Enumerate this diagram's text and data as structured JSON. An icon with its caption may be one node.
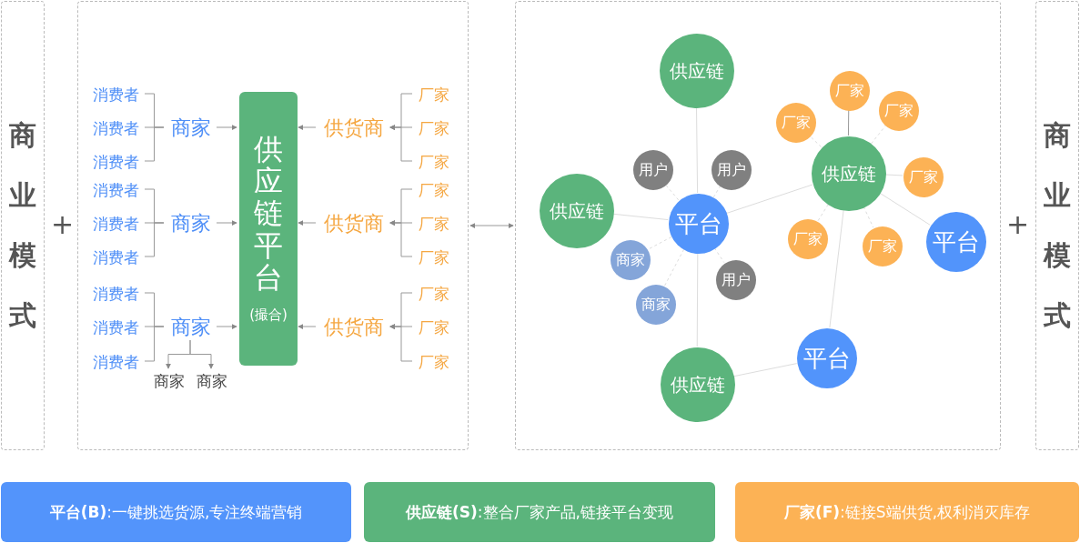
{
  "diagram": {
    "nodes": [
      {
        "text": [
          "商业模式"
        ]
      },
      {
        "text": [],
        "shape": "box"
      },
      {
        "text": [],
        "shape": "box"
      },
      {
        "text": [
          "商业模式"
        ]
      },
      {
        "text": [
          "供应链平台",
          "(撮合)"
        ],
        "in": 1
      },
      {
        "text": [
          "消费者"
        ],
        "in": 1
      },
      {
        "text": [
          "消费者"
        ],
        "in": 1
      },
      {
        "text": [
          "消费者"
        ],
        "in": 1
      },
      {
        "text": [
          "消费者"
        ],
        "in": 1
      },
      {
        "text": [
          "消费者"
        ],
        "in": 1
      },
      {
        "text": [
          "消费者"
        ],
        "in": 1
      },
      {
        "text": [
          "消费者"
        ],
        "in": 1
      },
      {
        "text": [
          "消费者"
        ],
        "in": 1
      },
      {
        "text": [
          "消费者"
        ],
        "in": 1
      },
      {
        "text": [
          "商家"
        ],
        "in": 1
      },
      {
        "text": [
          "商家"
        ],
        "in": 1
      },
      {
        "text": [
          "商家"
        ],
        "in": 1
      },
      {
        "text": [
          "供货商"
        ],
        "in": 1
      },
      {
        "text": [
          "供货商"
        ],
        "in": 1
      },
      {
        "text": [
          "供货商"
        ],
        "in": 1
      },
      {
        "text": [
          "厂家"
        ],
        "in": 1
      },
      {
        "text": [
          "厂家"
        ],
        "in": 1
      },
      {
        "text": [
          "厂家"
        ],
        "in": 1
      },
      {
        "text": [
          "厂家"
        ],
        "in": 1
      },
      {
        "text": [
          "厂家"
        ],
        "in": 1
      },
      {
        "text": [
          "厂家"
        ],
        "in": 1
      },
      {
        "text": [
          "厂家"
        ],
        "in": 1
      },
      {
        "text": [
          "厂家"
        ],
        "in": 1
      },
      {
        "text": [
          "厂家"
        ],
        "in": 1
      },
      {
        "text": [
          "商家"
        ],
        "in": 1
      },
      {
        "text": [
          "商家"
        ],
        "in": 1
      },
      {
        "text": [
          "供应链"
        ],
        "in": 2
      },
      {
        "text": [
          "用户"
        ],
        "in": 2
      },
      {
        "text": [
          "用户"
        ],
        "in": 2
      },
      {
        "text": [
          "供应链"
        ],
        "in": 2
      },
      {
        "text": [
          "平台"
        ],
        "in": 2
      },
      {
        "text": [
          "商家"
        ],
        "in": 2
      },
      {
        "text": [
          "商家"
        ],
        "in": 2
      },
      {
        "text": [
          "用户"
        ],
        "in": 2
      },
      {
        "text": [
          "供应链"
        ],
        "in": 2
      },
      {
        "text": [
          "厂家"
        ],
        "in": 2
      },
      {
        "text": [
          "厂家"
        ],
        "in": 2
      },
      {
        "text": [
          "厂家"
        ],
        "in": 2
      },
      {
        "text": [
          "厂家"
        ],
        "in": 2
      },
      {
        "text": [
          "厂家"
        ],
        "in": 2
      },
      {
        "text": [
          "厂家"
        ],
        "in": 2
      },
      {
        "text": [
          "平台"
        ],
        "in": 2
      },
      {
        "text": [
          "平台"
        ],
        "in": 2
      },
      {
        "text": [
          "供应链"
        ],
        "in": 2
      }
    ],
    "edges": [
      {
        "from": 5,
        "to": 14,
        "arrow": "none"
      },
      {
        "from": 6,
        "to": 14,
        "arrow": "none"
      },
      {
        "from": 7,
        "to": 14,
        "arrow": "none"
      },
      {
        "from": 8,
        "to": 15,
        "arrow": "none"
      },
      {
        "from": 9,
        "to": 15,
        "arrow": "none"
      },
      {
        "from": 10,
        "to": 15,
        "arrow": "none"
      },
      {
        "from": 11,
        "to": 16,
        "arrow": "none"
      },
      {
        "from": 12,
        "to": 16,
        "arrow": "none"
      },
      {
        "from": 13,
        "to": 16,
        "arrow": "none"
      },
      {
        "from": 14,
        "to": 4,
        "arrow": "to"
      },
      {
        "from": 15,
        "to": 4,
        "arrow": "to"
      },
      {
        "from": 16,
        "to": 4,
        "arrow": "to"
      },
      {
        "from": 17,
        "to": 4,
        "arrow": "to"
      },
      {
        "from": 18,
        "to": 4,
        "arrow": "to"
      },
      {
        "from": 19,
        "to": 4,
        "arrow": "to"
      },
      {
        "from": 20,
        "to": 17,
        "arrow": "to"
      },
      {
        "from": 21,
        "to": 17,
        "arrow": "to"
      },
      {
        "from": 22,
        "to": 17,
        "arrow": "to"
      },
      {
        "from": 23,
        "to": 18,
        "arrow": "to"
      },
      {
        "from": 24,
        "to": 18,
        "arrow": "to"
      },
      {
        "from": 25,
        "to": 18,
        "arrow": "to"
      },
      {
        "from": 26,
        "to": 19,
        "arrow": "to"
      },
      {
        "from": 27,
        "to": 19,
        "arrow": "to"
      },
      {
        "from": 28,
        "to": 19,
        "arrow": "to"
      },
      {
        "from": 16,
        "to": 29,
        "arrow": "to"
      },
      {
        "from": 16,
        "to": 30,
        "arrow": "to"
      },
      {
        "from": 1,
        "to": 2,
        "arrow": "both"
      },
      {
        "from": 35,
        "to": 31,
        "arrow": "none",
        "color": "#dddddd"
      },
      {
        "from": 35,
        "to": 34,
        "arrow": "none",
        "color": "#dddddd"
      },
      {
        "from": 35,
        "to": 48,
        "arrow": "none",
        "color": "#dddddd"
      },
      {
        "from": 35,
        "to": 32,
        "arrow": "none",
        "style": "dashed",
        "color": "#dddddd"
      },
      {
        "from": 35,
        "to": 33,
        "arrow": "none",
        "style": "dashed",
        "color": "#dddddd"
      },
      {
        "from": 35,
        "to": 38,
        "arrow": "none",
        "style": "dashed",
        "color": "#dddddd"
      },
      {
        "from": 35,
        "to": 36,
        "arrow": "none",
        "style": "dashed",
        "color": "#dddddd"
      },
      {
        "from": 35,
        "to": 37,
        "arrow": "none",
        "style": "dashed",
        "color": "#dddddd"
      },
      {
        "from": 35,
        "to": 39,
        "arrow": "none",
        "color": "#dddddd"
      },
      {
        "from": 39,
        "to": 40,
        "arrow": "none"
      },
      {
        "from": 39,
        "to": 41,
        "arrow": "none",
        "style": "dashed",
        "color": "#dddddd"
      },
      {
        "from": 39,
        "to": 42,
        "arrow": "none",
        "style": "dashed",
        "color": "#dddddd"
      },
      {
        "from": 39,
        "to": 43,
        "arrow": "none",
        "color": "#dddddd"
      },
      {
        "from": 39,
        "to": 44,
        "arrow": "none",
        "style": "dashed",
        "color": "#dddddd"
      },
      {
        "from": 39,
        "to": 45,
        "arrow": "none",
        "style": "dashed",
        "color": "#dddddd"
      },
      {
        "from": 39,
        "to": 46,
        "arrow": "none",
        "color": "#dddddd"
      },
      {
        "from": 39,
        "to": 47,
        "arrow": "none",
        "color": "#dddddd"
      },
      {
        "from": 48,
        "to": 47,
        "arrow": "none",
        "color": "#dddddd"
      }
    ],
    "labels": [
      "+",
      "+"
    ],
    "legend": [
      {
        "text": "**平台(B)**:一键挑选货源,专注终端营销",
        "color": "#5394fb"
      },
      {
        "text": "**供应链(S)**:整合厂家产品,链接平台变现",
        "color": "#5bb47c"
      },
      {
        "text": "**厂家(F)**:链接S端供货,权利消灭库存",
        "color": "#fcb255"
      }
    ]
  }
}
